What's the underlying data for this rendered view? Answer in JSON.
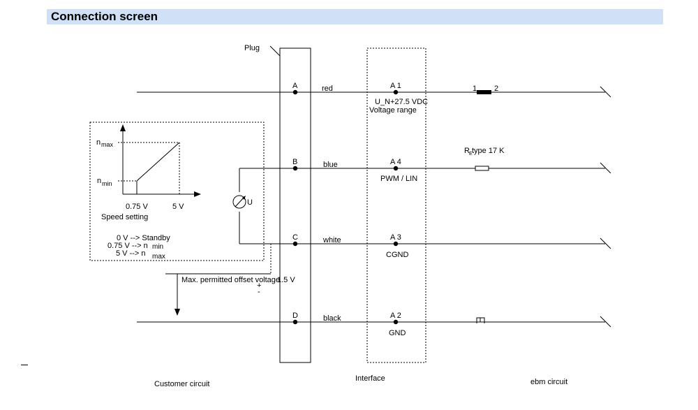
{
  "header": {
    "title": "Connection screen"
  },
  "plug_label": "Plug",
  "pins": [
    {
      "pin": "A",
      "wire": "red",
      "iface": "A 1",
      "desc1": "U_N+27.5 VDC",
      "desc2": "Voltage range"
    },
    {
      "pin": "B",
      "wire": "blue",
      "iface": "A 4",
      "desc1": "PWM / LIN",
      "desc2": ""
    },
    {
      "pin": "C",
      "wire": "white",
      "iface": "A 3",
      "desc1": "CGND",
      "desc2": ""
    },
    {
      "pin": "D",
      "wire": "black",
      "iface": "A 2",
      "desc1": "GND",
      "desc2": ""
    }
  ],
  "fuse": {
    "left": "1",
    "right": "2"
  },
  "resistor_label": "R type 17 K",
  "resistor_sub": "E",
  "speed_setting": {
    "nmax": "n",
    "nmax_sub": "max",
    "nmin": "n",
    "nmin_sub": "min",
    "x1": "0.75 V",
    "x2": "5 V",
    "caption": "Speed setting",
    "legend": [
      {
        "text": "0 V --> Standby",
        "sub": ""
      },
      {
        "text": "0.75 V --> n",
        "sub": "min"
      },
      {
        "text": "5 V --> n",
        "sub": "max"
      }
    ]
  },
  "meter_label": "U",
  "offset_note": "Max. permitted offset voltage",
  "offset_value": "1.5 V",
  "offset_plus": "+",
  "offset_minus": "-",
  "sections": {
    "customer": "Customer circuit",
    "interface": "Interface",
    "ebm": "ebm circuit"
  }
}
